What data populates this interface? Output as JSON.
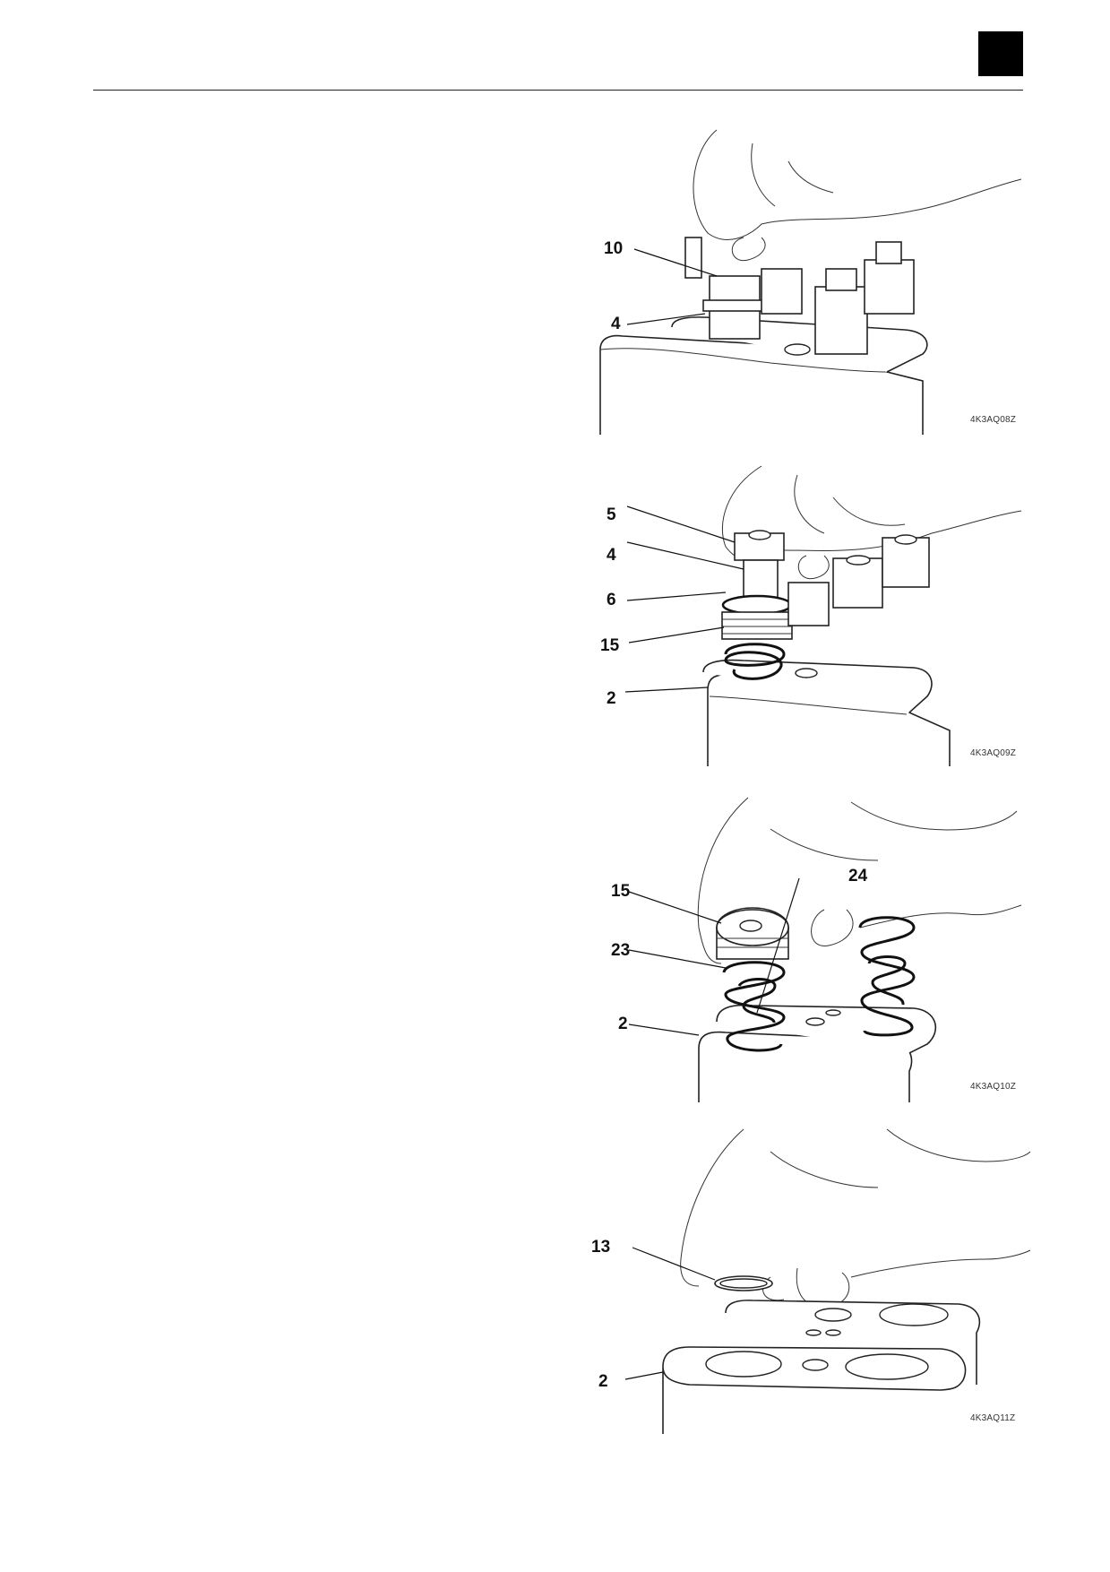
{
  "figures": [
    {
      "code": "4K3AQ08Z",
      "labels": [
        "10",
        "4"
      ]
    },
    {
      "code": "4K3AQ09Z",
      "labels": [
        "5",
        "4",
        "6",
        "15",
        "2"
      ]
    },
    {
      "code": "4K3AQ10Z",
      "labels": [
        "15",
        "24",
        "23",
        "2"
      ]
    },
    {
      "code": "4K3AQ11Z",
      "labels": [
        "13",
        "2"
      ]
    }
  ],
  "colors": {
    "ink": "#111111",
    "paper": "#ffffff"
  }
}
